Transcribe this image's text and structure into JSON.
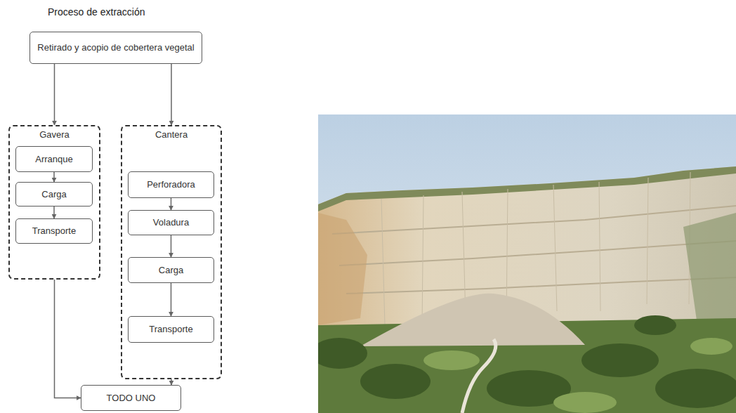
{
  "diagram": {
    "title": "Proceso de extracción",
    "nodes": [
      {
        "text": [
          "Retirado y acopio de cobertera vegetal"
        ]
      },
      {
        "text": [
          "Gavera"
        ]
      },
      {
        "text": [
          "Arranque"
        ],
        "in": 1
      },
      {
        "text": [
          "Carga"
        ],
        "in": 1
      },
      {
        "text": [
          "Transporte"
        ],
        "in": 1
      },
      {
        "text": [
          "Cantera"
        ]
      },
      {
        "text": [
          "Perforadora"
        ],
        "in": 5
      },
      {
        "text": [
          "Voladura"
        ],
        "in": 5
      },
      {
        "text": [
          "Carga"
        ],
        "in": 5
      },
      {
        "text": [
          "Transporte"
        ],
        "in": 5
      },
      {
        "text": [
          "TODO UNO"
        ]
      }
    ],
    "edges": [
      {
        "from": 0,
        "to": 1,
        "arrow": "to"
      },
      {
        "from": 0,
        "to": 5,
        "arrow": "to"
      },
      {
        "from": 2,
        "to": 3,
        "arrow": "to"
      },
      {
        "from": 3,
        "to": 4,
        "arrow": "to"
      },
      {
        "from": 6,
        "to": 7,
        "arrow": "to"
      },
      {
        "from": 7,
        "to": 8,
        "arrow": "to"
      },
      {
        "from": 8,
        "to": 9,
        "arrow": "to"
      },
      {
        "from": 1,
        "to": 10,
        "arrow": "to"
      },
      {
        "from": 5,
        "to": 10,
        "arrow": "to"
      }
    ]
  }
}
